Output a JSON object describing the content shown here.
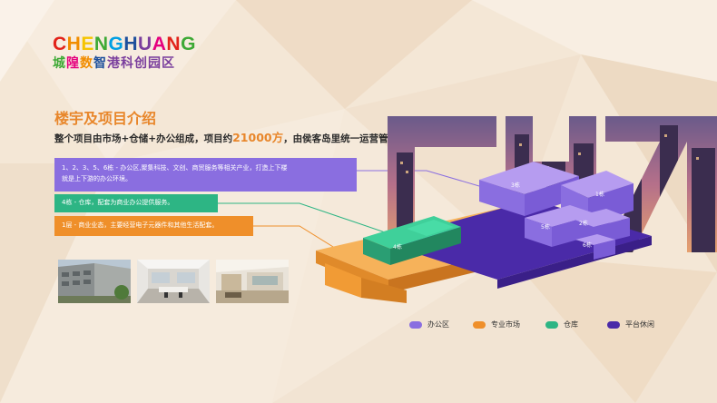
{
  "brand": {
    "name_en": "CHENGHUANG",
    "name_cn": "城隍数智港科创园区",
    "letter_colors": [
      "#e2231a",
      "#f18d00",
      "#f5c400",
      "#3da935",
      "#009fe3",
      "#1d4f9c",
      "#7a3e9d",
      "#e5007e",
      "#e2231a",
      "#3da935"
    ],
    "cn_colors": [
      "#3da935",
      "#e5007e",
      "#f18d00",
      "#1d4f9c",
      "#7a3e9d",
      "#7a3e9d",
      "#7a3e9d",
      "#7a3e9d",
      "#7a3e9d"
    ]
  },
  "section": {
    "title": "楼宇及项目介绍",
    "subtitle_pre": "整个项目由市场+仓储+办公组成，项目约",
    "subtitle_highlight": "21000方",
    "subtitle_post": "，由侯客岛里统一运营管理。"
  },
  "info_boxes": [
    {
      "text_line1": "1、2、3、5、6栋 - 办公区,聚集科技、文创、商贸服务等相关产业，打造上下楼",
      "text_line2": "就是上下游的办公环境。",
      "color": "#8a6ee0"
    },
    {
      "text_line1": "4栋 - 仓库，配套为商业办公提供服务。",
      "color": "#2db584"
    },
    {
      "text_line1": "1层 - 商业业态，主要经营电子元器件和其他生活配套。",
      "color": "#ef8f2a"
    }
  ],
  "building_labels": [
    "3栋",
    "1栋",
    "4栋",
    "5栋",
    "2栋",
    "6栋"
  ],
  "legend": [
    {
      "label": "办公区",
      "color": "#8a6ee0"
    },
    {
      "label": "专业市场",
      "color": "#ef8f2a"
    },
    {
      "label": "仓库",
      "color": "#2db584"
    },
    {
      "label": "平台休闲",
      "color": "#4a2aa8"
    }
  ]
}
